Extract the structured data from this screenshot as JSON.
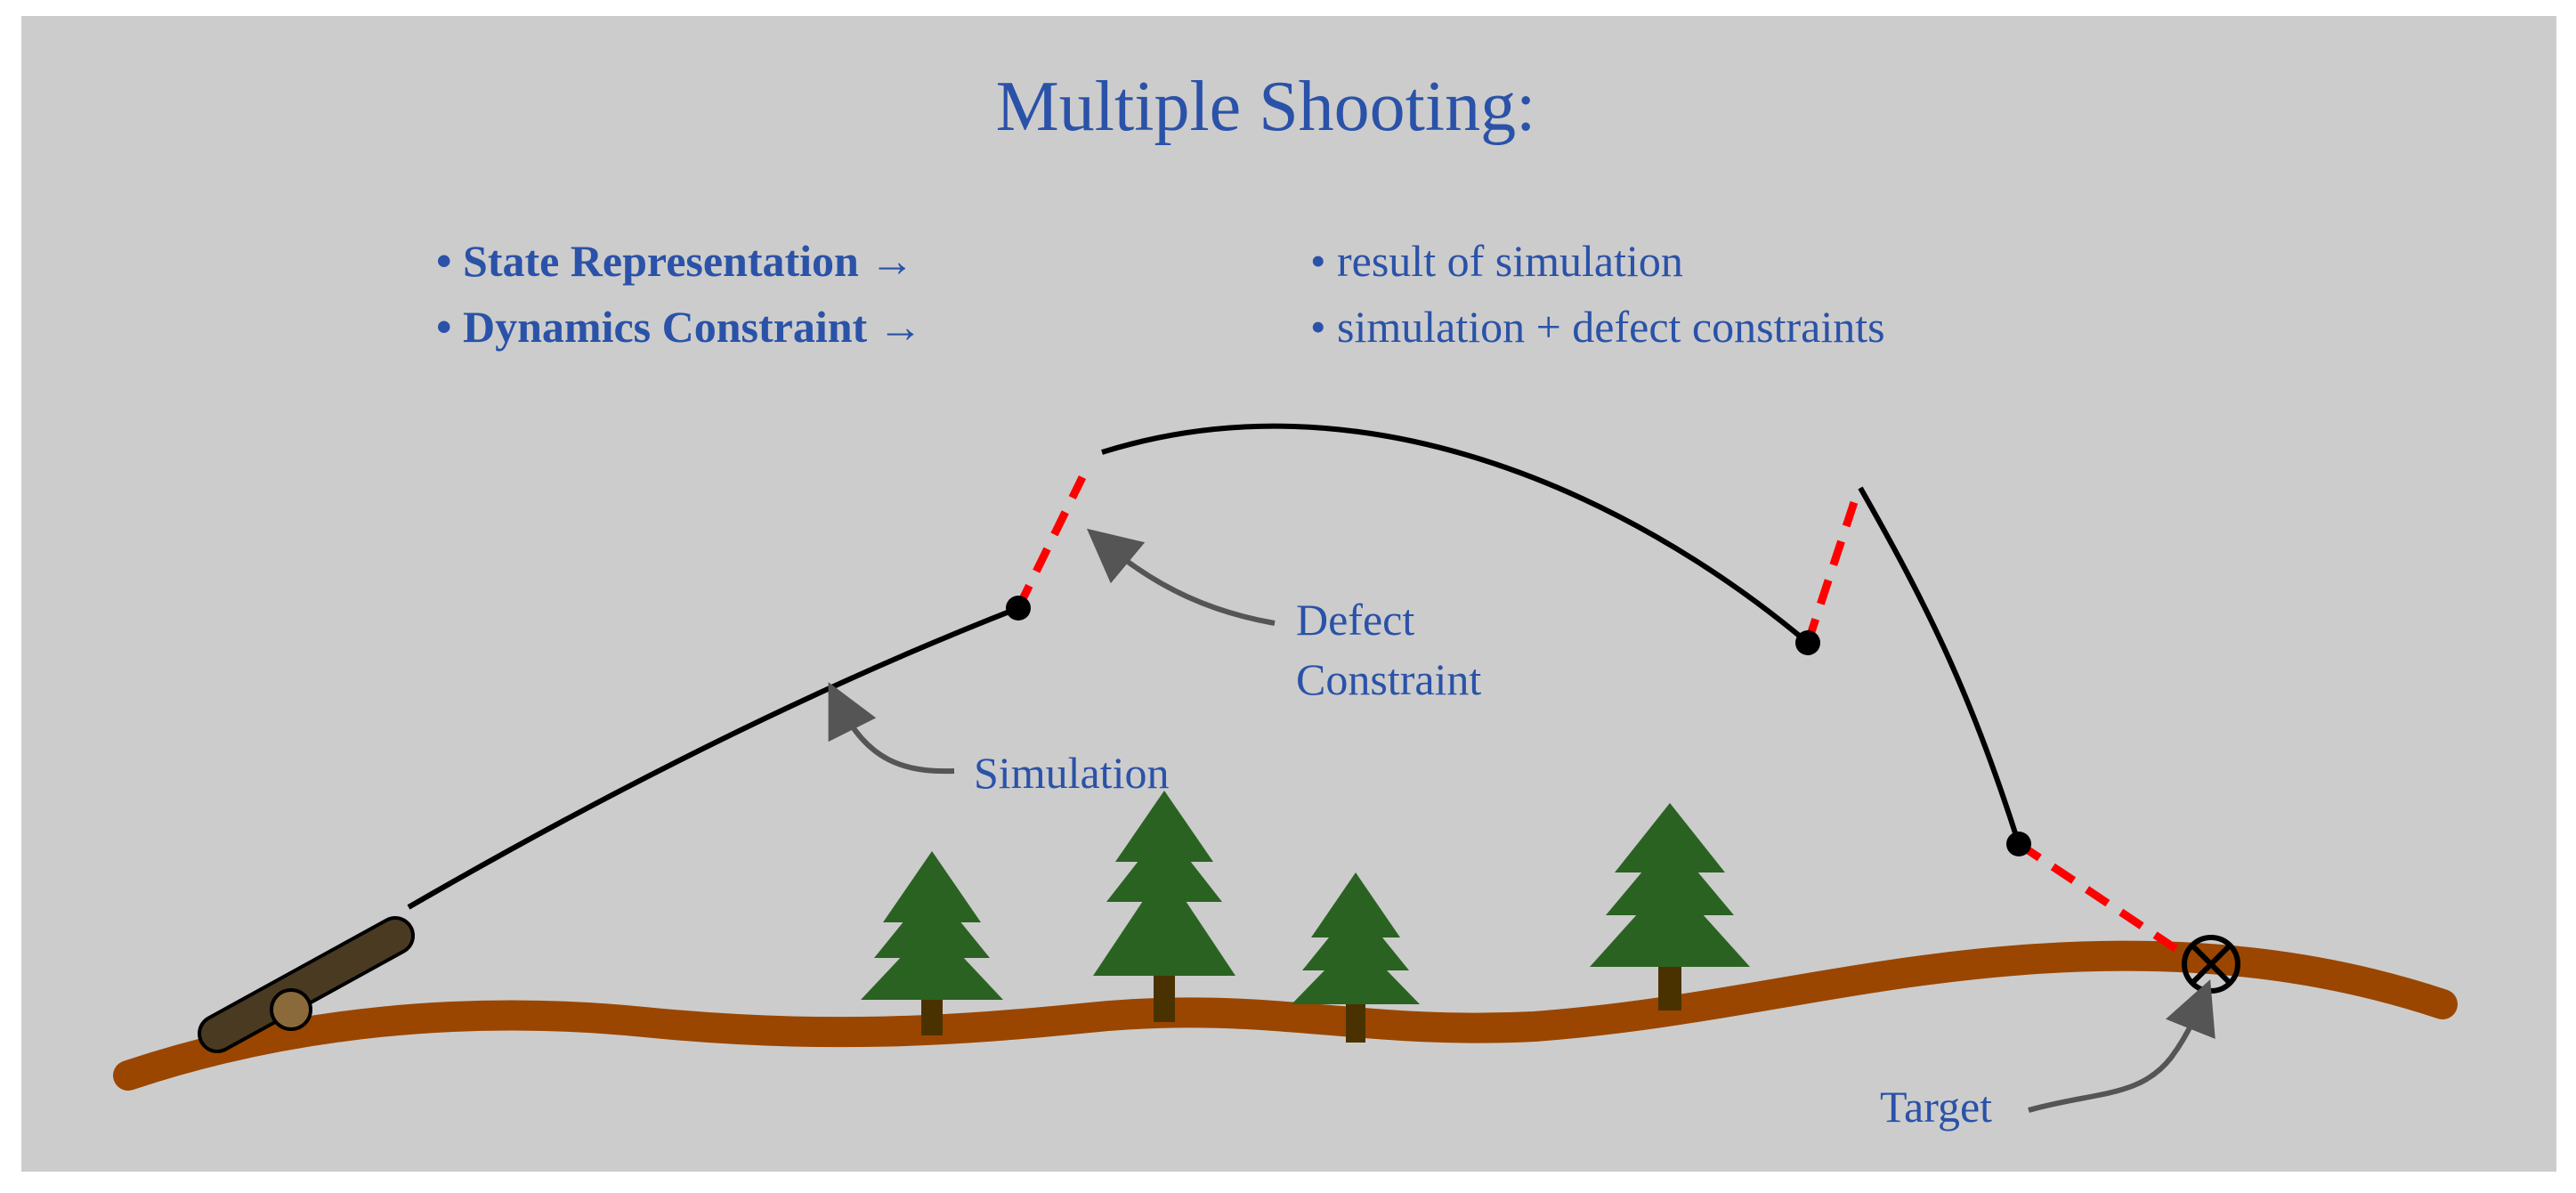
{
  "title": "Multiple Shooting:",
  "bullets": {
    "left": [
      "• State Representation →",
      "• Dynamics Constraint →"
    ],
    "right": [
      "• result of simulation",
      "• simulation + defect constraints"
    ]
  },
  "labels": {
    "defect_line1": "Defect",
    "defect_line2": "Constraint",
    "simulation": "Simulation",
    "target": "Target"
  },
  "colors": {
    "background": "#cccccc",
    "text_blue": "#2a52a8",
    "ground": "#9a4600",
    "tree": "#2a6222",
    "trunk": "#4a3200",
    "defect": "#ff0000",
    "trajectory": "#000000",
    "arrow": "#555555",
    "cannon_barrel": "#4a3a22",
    "cannon_wheel": "#8a6a3a"
  },
  "icons": [
    "cannon-icon",
    "tree-icon",
    "target-crosshair-icon",
    "trajectory-node-icon"
  ]
}
